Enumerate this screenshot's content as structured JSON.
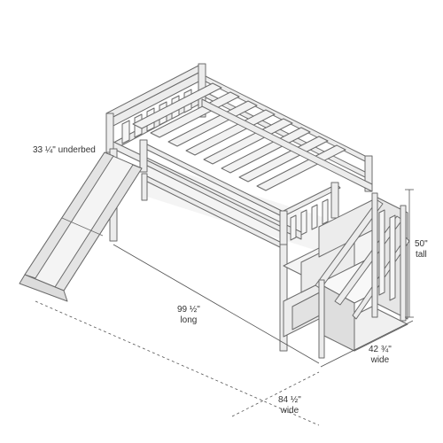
{
  "dimensions": {
    "underbed": {
      "text": "33 ¼\" underbed"
    },
    "tall": {
      "value": "50\"",
      "unit": "tall"
    },
    "long": {
      "value": "99 ½\"",
      "unit": "long"
    },
    "wide_bed": {
      "value": "42 ¾\"",
      "unit": "wide"
    },
    "wide_overall": {
      "value": "84 ½\"",
      "unit": "wide"
    }
  },
  "colors": {
    "line": "#6b6b6b",
    "fill": "#ececec",
    "fill_dark": "#d6d6d6",
    "dim_line": "#555555"
  }
}
